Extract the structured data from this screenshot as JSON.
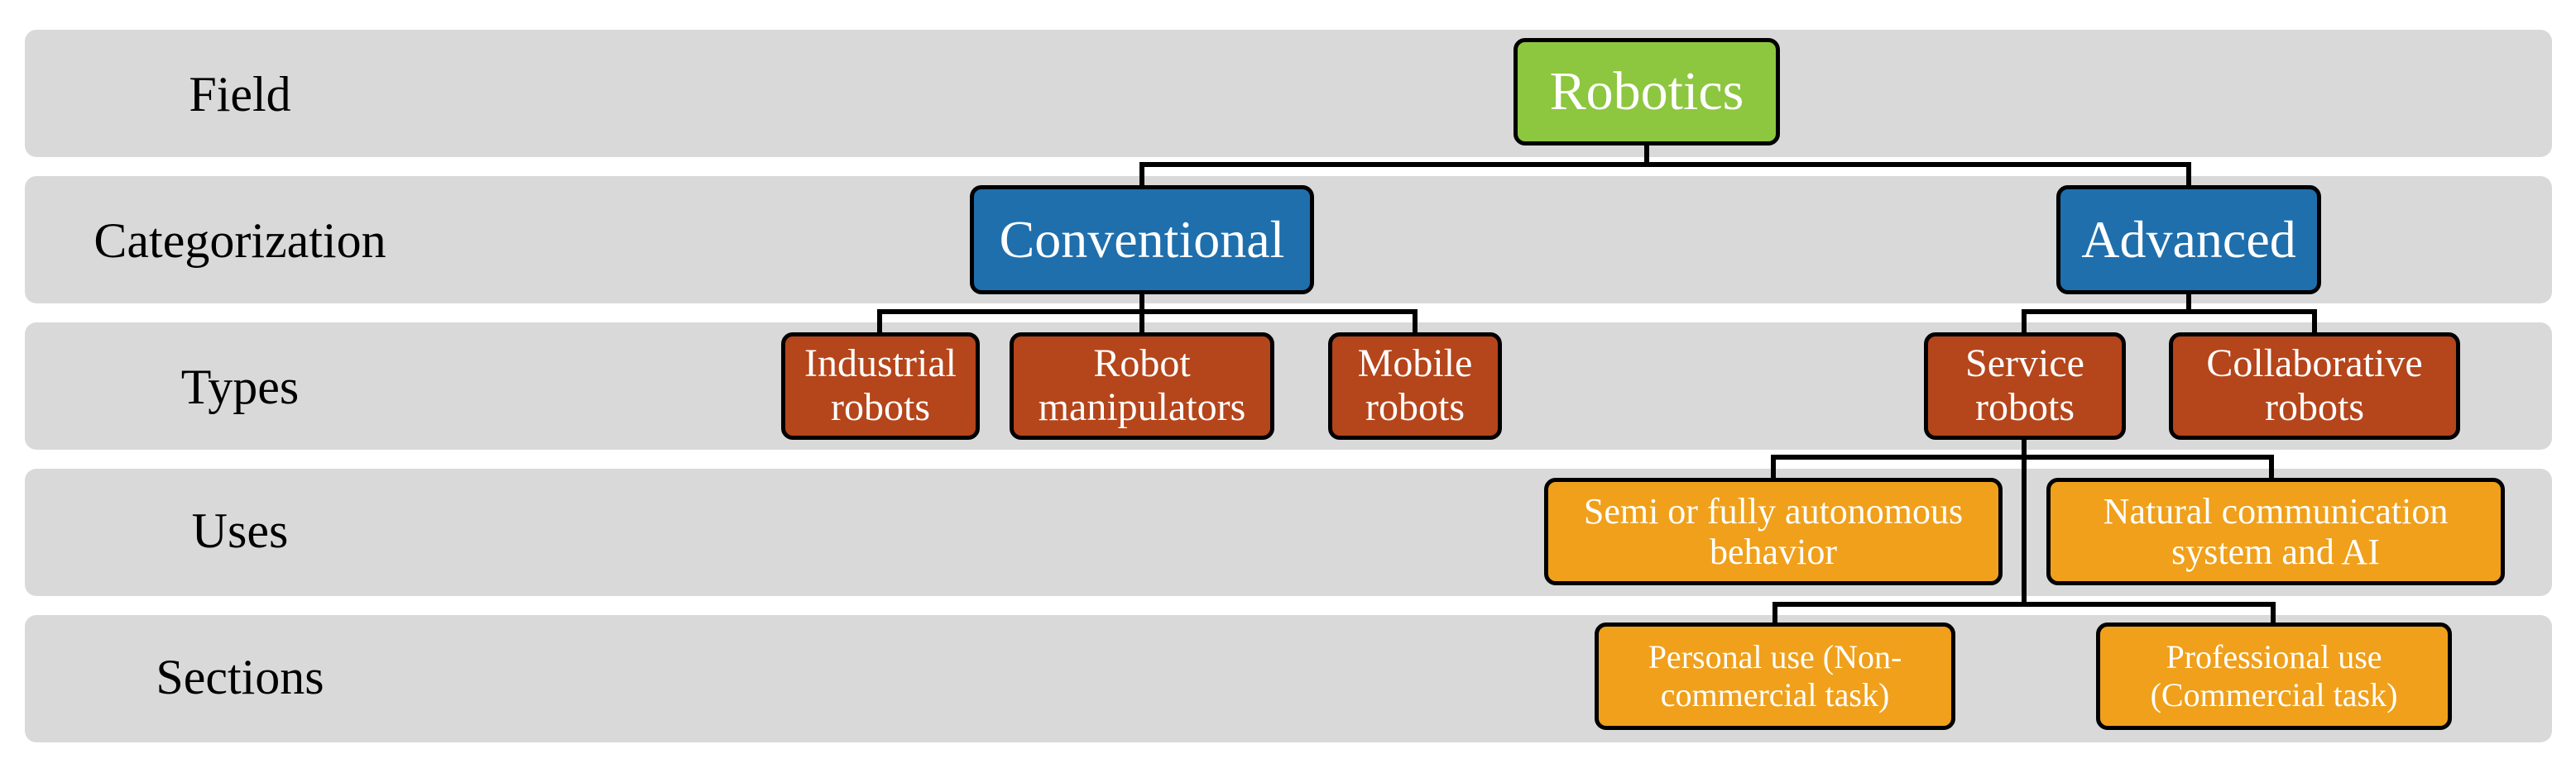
{
  "rows": [
    {
      "key": "field",
      "label": "Field"
    },
    {
      "key": "categorization",
      "label": "Categorization"
    },
    {
      "key": "types",
      "label": "Types"
    },
    {
      "key": "uses",
      "label": "Uses"
    },
    {
      "key": "sections",
      "label": "Sections"
    }
  ],
  "nodes": {
    "robotics": "Robotics",
    "conventional": "Conventional",
    "advanced": "Advanced",
    "industrial_robots": "Industrial robots",
    "robot_manipulators": "Robot manipulators",
    "mobile_robots": "Mobile robots",
    "service_robots": "Service robots",
    "collaborative_robots": "Collaborative robots",
    "semi_autonomous": "Semi or fully autonomous behavior",
    "natural_communication": "Natural communication system and AI",
    "personal_use": "Personal use (Non-commercial task)",
    "professional_use": "Professional use (Commercial task)"
  },
  "colors": {
    "band": "#d9d9d9",
    "field_node": "#8dc63f",
    "categorization_node": "#1f6fad",
    "type_node": "#b5451b",
    "use_section_node": "#f0a01b",
    "connector": "#000000"
  }
}
